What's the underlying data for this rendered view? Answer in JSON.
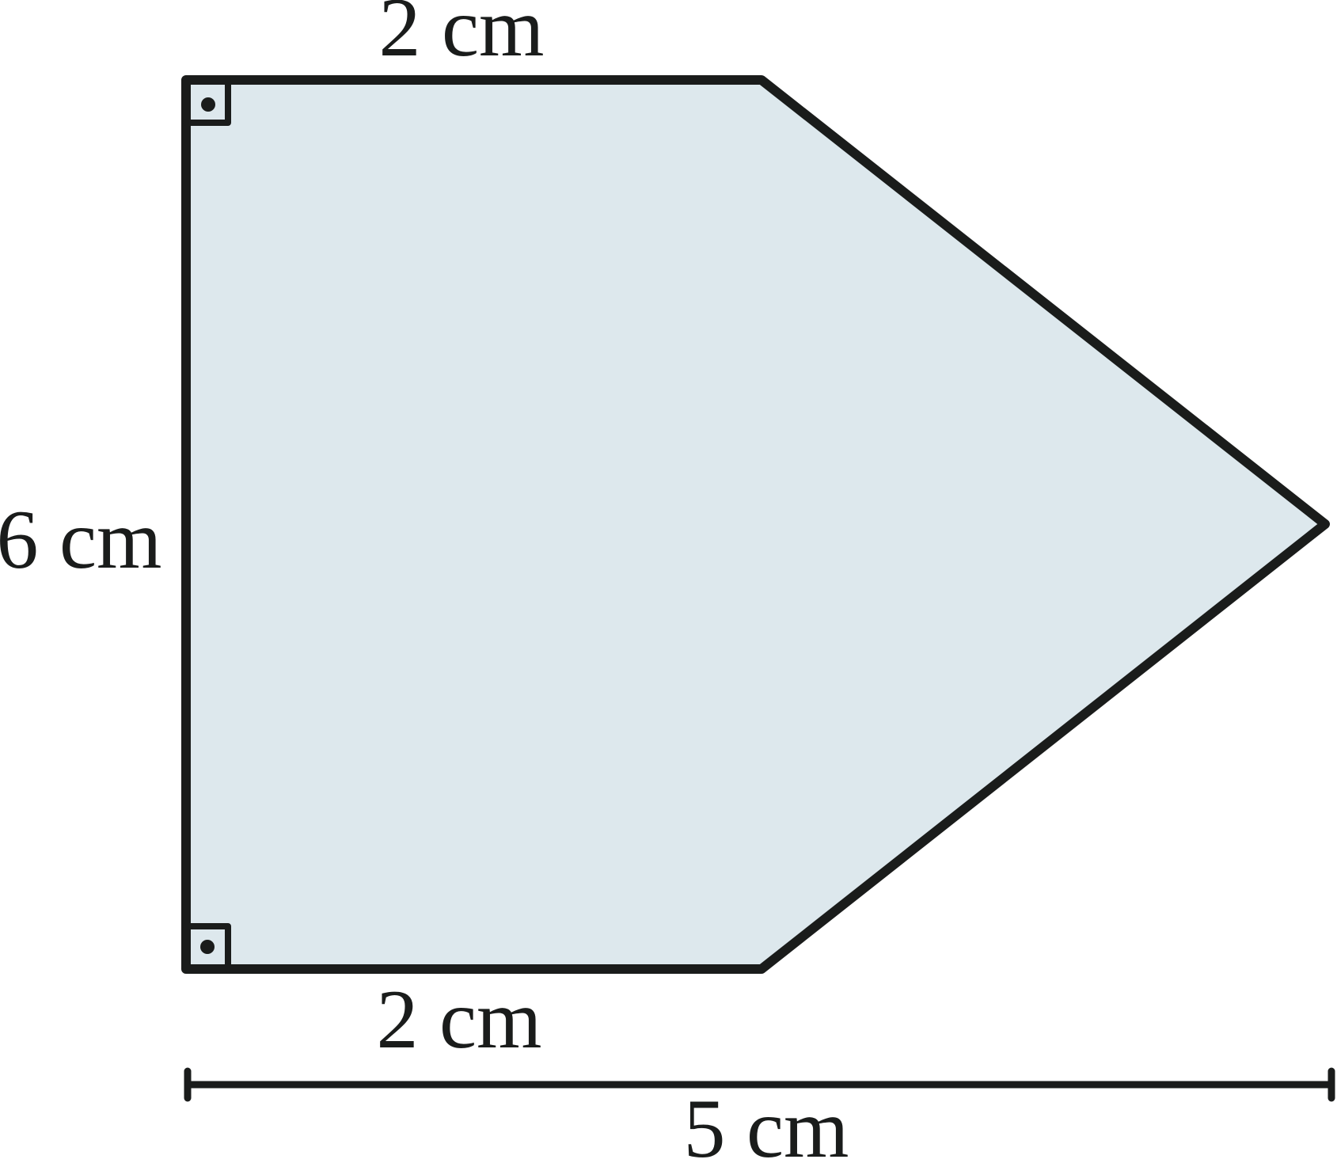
{
  "diagram": {
    "shape": "pentagon",
    "fill_color": "#dde8ed",
    "stroke_color": "#1a1c1b",
    "right_angle_marks": 2,
    "labels": {
      "top_side": "2 cm",
      "left_side": "6 cm",
      "bottom_side": "2 cm",
      "overall_width": "5 cm"
    }
  }
}
